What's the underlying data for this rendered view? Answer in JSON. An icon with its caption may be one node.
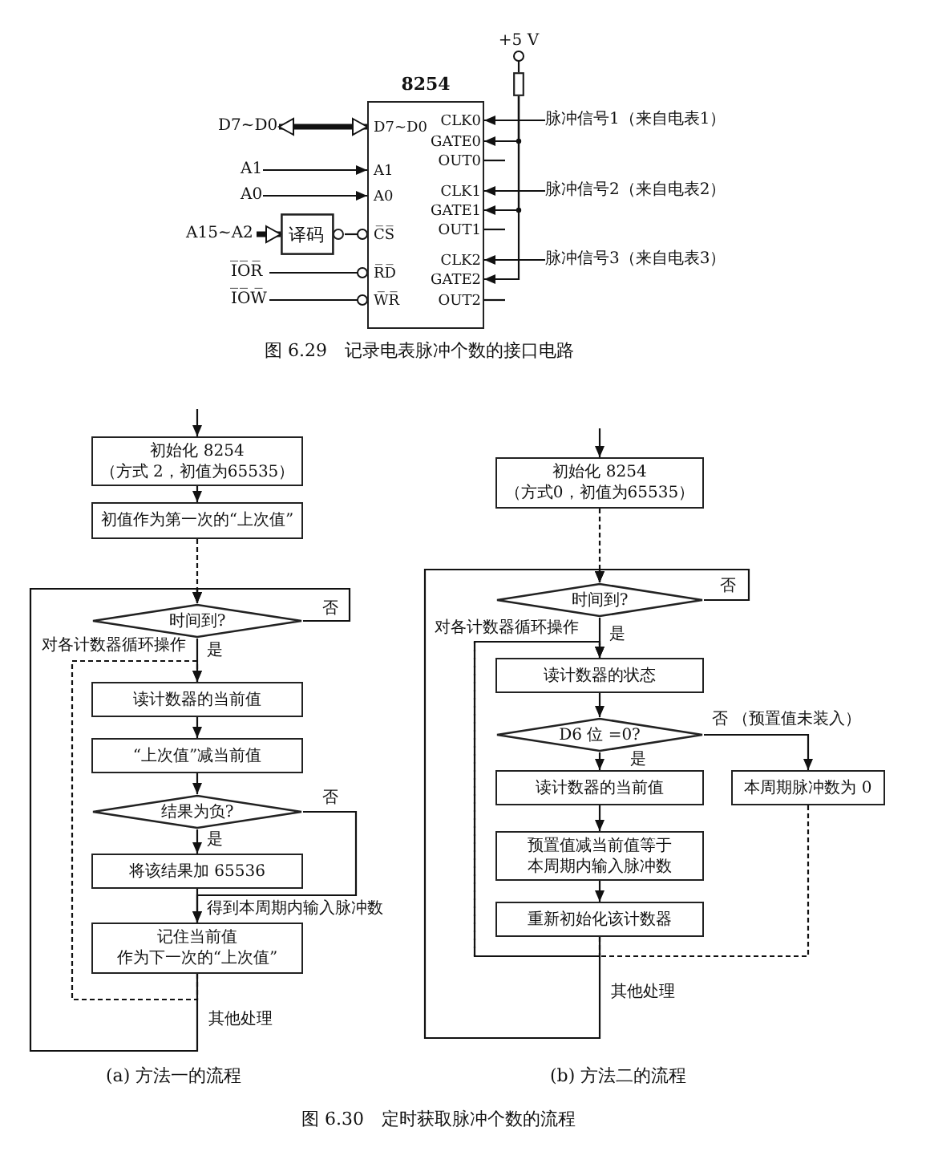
{
  "diagram": {
    "nodes": [
      {
        "text": [
          "+5 V"
        ]
      },
      {
        "text": [],
        "shape": "resistor"
      },
      {
        "text": [
          "8254"
        ]
      },
      {
        "text": [
          "D7~D0"
        ],
        "in": 2
      },
      {
        "text": [
          "A1"
        ],
        "in": 2
      },
      {
        "text": [
          "A0"
        ],
        "in": 2
      },
      {
        "text": [
          "C̅S̅"
        ],
        "in": 2
      },
      {
        "text": [
          "R̅D̅"
        ],
        "in": 2
      },
      {
        "text": [
          "W̅R̅"
        ],
        "in": 2
      },
      {
        "text": [
          "CLK0"
        ],
        "in": 2
      },
      {
        "text": [
          "GATE0"
        ],
        "in": 2
      },
      {
        "text": [
          "OUT0"
        ],
        "in": 2
      },
      {
        "text": [
          "CLK1"
        ],
        "in": 2
      },
      {
        "text": [
          "GATE1"
        ],
        "in": 2
      },
      {
        "text": [
          "OUT1"
        ],
        "in": 2
      },
      {
        "text": [
          "CLK2"
        ],
        "in": 2
      },
      {
        "text": [
          "GATE2"
        ],
        "in": 2
      },
      {
        "text": [
          "OUT2"
        ],
        "in": 2
      },
      {
        "text": [
          "D7~D0"
        ]
      },
      {
        "text": [
          "A1"
        ]
      },
      {
        "text": [
          "A0"
        ]
      },
      {
        "text": [
          "A15~A2"
        ]
      },
      {
        "text": [
          "译码"
        ]
      },
      {
        "text": [
          "I̅O̅R̅"
        ]
      },
      {
        "text": [
          "I̅O̅W̅"
        ]
      },
      {
        "text": [
          "脉冲信号1（来自电表1）"
        ]
      },
      {
        "text": [
          "脉冲信号2（来自电表2）"
        ]
      },
      {
        "text": [
          "脉冲信号3（来自电表3）"
        ]
      },
      {
        "text": [
          "初始化 8254",
          "（方式 2，初值为65535）"
        ]
      },
      {
        "text": [
          "初值作为第一次的“上次值”"
        ]
      },
      {
        "text": [
          "时间到?"
        ]
      },
      {
        "text": [
          "读计数器的当前值"
        ]
      },
      {
        "text": [
          "“上次值”减当前值"
        ]
      },
      {
        "text": [
          "结果为负?"
        ]
      },
      {
        "text": [
          "将该结果加 65536"
        ]
      },
      {
        "text": [
          "记住当前值",
          "作为下一次的“上次值”"
        ]
      },
      {
        "text": [
          "初始化 8254",
          "（方式0，初值为65535）"
        ]
      },
      {
        "text": [
          "时间到?"
        ]
      },
      {
        "text": [
          "读计数器的状态"
        ]
      },
      {
        "text": [
          "D6 位 =0?"
        ]
      },
      {
        "text": [
          "读计数器的当前值"
        ]
      },
      {
        "text": [
          "本周期脉冲数为 0"
        ]
      },
      {
        "text": [
          "预置值减当前值等于",
          "本周期内输入脉冲数"
        ]
      },
      {
        "text": [
          "重新初始化该计数器"
        ]
      }
    ],
    "edges": [
      {
        "from": 1,
        "to": 0,
        "arrow": "other"
      },
      {
        "from": 1,
        "to": 10,
        "arrow": "to"
      },
      {
        "from": 1,
        "to": 13,
        "arrow": "to"
      },
      {
        "from": 1,
        "to": 16,
        "arrow": "to"
      },
      {
        "from": 18,
        "to": 3,
        "arrow": "both",
        "style": "thick"
      },
      {
        "from": 19,
        "to": 4,
        "arrow": "to"
      },
      {
        "from": 20,
        "to": 5,
        "arrow": "to"
      },
      {
        "from": 21,
        "to": 22,
        "arrow": "to",
        "style": "thick"
      },
      {
        "from": 22,
        "to": 6,
        "arrow": "other"
      },
      {
        "from": 23,
        "to": 7,
        "arrow": "other"
      },
      {
        "from": 24,
        "to": 8,
        "arrow": "other"
      },
      {
        "from": 25,
        "to": 9,
        "arrow": "to"
      },
      {
        "from": 26,
        "to": 12,
        "arrow": "to"
      },
      {
        "from": 27,
        "to": 15,
        "arrow": "to"
      },
      {
        "from": 11,
        "to": null,
        "arrow": "none"
      },
      {
        "from": 14,
        "to": null,
        "arrow": "none"
      },
      {
        "from": 17,
        "to": null,
        "arrow": "none"
      },
      {
        "from": null,
        "to": 28,
        "arrow": "to"
      },
      {
        "from": 28,
        "to": 29,
        "arrow": "to"
      },
      {
        "from": 29,
        "to": 30,
        "arrow": "to",
        "style": "dashed"
      },
      {
        "from": 30,
        "to": 30,
        "arrow": "to",
        "label": "否"
      },
      {
        "from": 30,
        "to": 31,
        "arrow": "to",
        "label": "是"
      },
      {
        "from": 31,
        "to": 32,
        "arrow": "to"
      },
      {
        "from": 32,
        "to": 33,
        "arrow": "to"
      },
      {
        "from": 33,
        "to": 34,
        "arrow": "to",
        "label": "是"
      },
      {
        "from": 33,
        "to": 35,
        "arrow": "to",
        "label": "否"
      },
      {
        "from": 34,
        "to": 35,
        "arrow": "to",
        "label": "得到本周期内输入脉冲数"
      },
      {
        "from": 35,
        "to": 31,
        "arrow": "to",
        "style": "dashed",
        "label": "对各计数器循环操作"
      },
      {
        "from": 35,
        "to": 30,
        "arrow": "to",
        "label": "其他处理"
      },
      {
        "from": null,
        "to": 36,
        "arrow": "to"
      },
      {
        "from": 36,
        "to": 37,
        "arrow": "to",
        "style": "dashed"
      },
      {
        "from": 37,
        "to": 37,
        "arrow": "to",
        "label": "否"
      },
      {
        "from": 37,
        "to": 38,
        "arrow": "to",
        "label": "是"
      },
      {
        "from": 38,
        "to": 39,
        "arrow": "to"
      },
      {
        "from": 39,
        "to": 40,
        "arrow": "to",
        "label": "是"
      },
      {
        "from": 39,
        "to": 41,
        "arrow": "to",
        "label": "否 （预置值未装入）"
      },
      {
        "from": 40,
        "to": 42,
        "arrow": "to"
      },
      {
        "from": 42,
        "to": 43,
        "arrow": "to"
      },
      {
        "from": 43,
        "to": 38,
        "arrow": "to",
        "style": "dashed",
        "label": "对各计数器循环操作"
      },
      {
        "from": 41,
        "to": 38,
        "arrow": "to",
        "style": "dashed"
      },
      {
        "from": 43,
        "to": 37,
        "arrow": "to",
        "label": "其他处理"
      }
    ],
    "labels": [
      "图 6.29　记录电表脉冲个数的接口电路",
      "(a) 方法一的流程",
      "(b) 方法二的流程",
      "图 6.30　定时获取脉冲个数的流程"
    ]
  }
}
